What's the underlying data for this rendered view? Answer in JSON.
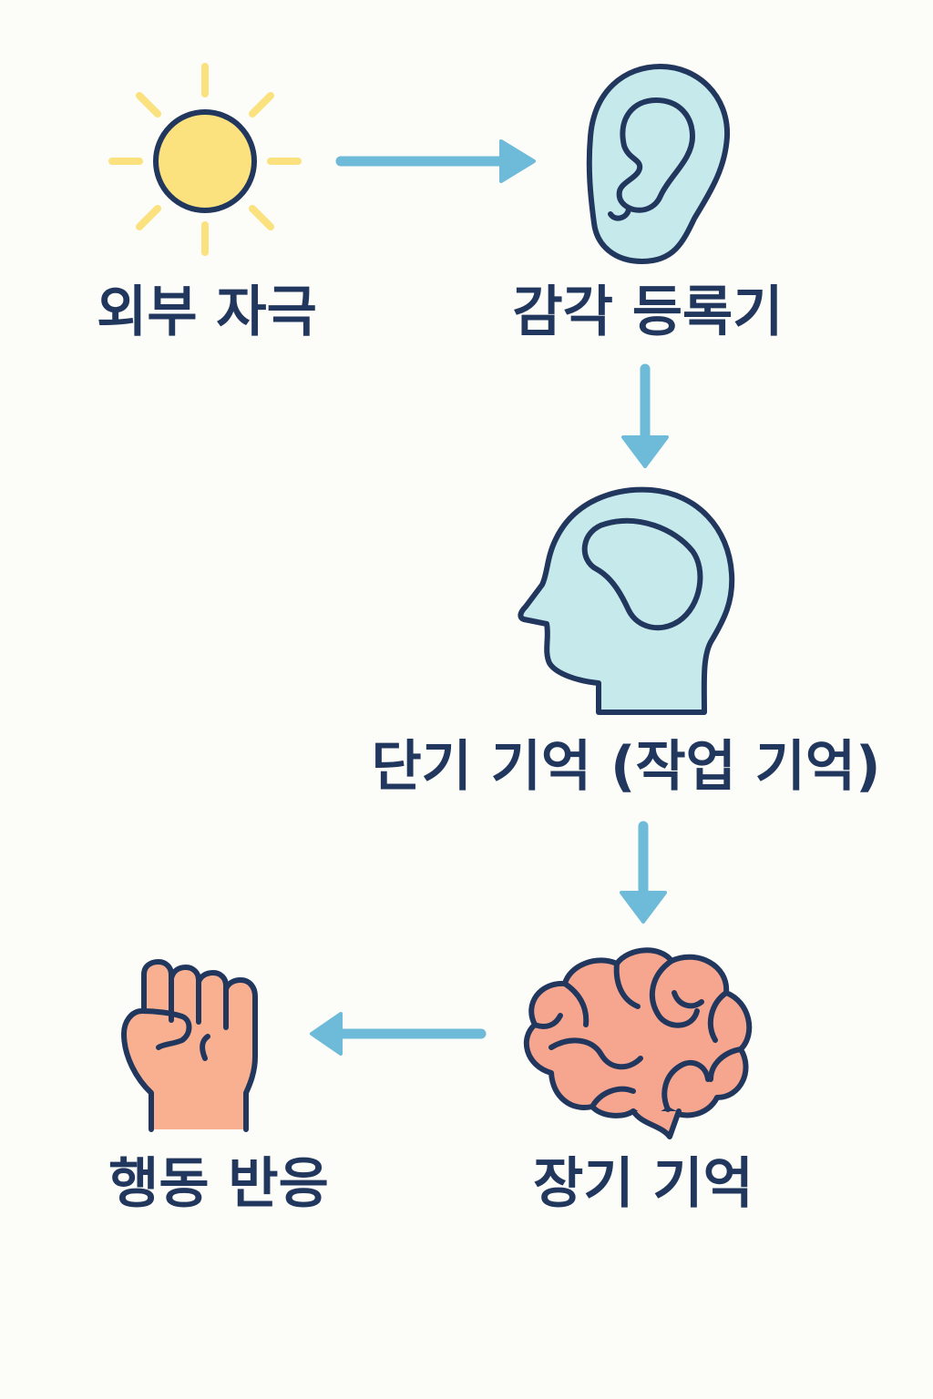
{
  "diagram": {
    "nodes": [
      {
        "id": "stimulus",
        "label": "외부 자극",
        "icon": "sun-icon"
      },
      {
        "id": "sensory",
        "label": "감각 등록기",
        "icon": "ear-icon"
      },
      {
        "id": "short_term",
        "label": "단기 기억 (작업 기억)",
        "icon": "head-icon"
      },
      {
        "id": "long_term",
        "label": "장기 기억",
        "icon": "brain-icon"
      },
      {
        "id": "response",
        "label": "행동 반응",
        "icon": "fist-icon"
      }
    ],
    "edges": [
      {
        "from": "stimulus",
        "to": "sensory"
      },
      {
        "from": "sensory",
        "to": "short_term"
      },
      {
        "from": "short_term",
        "to": "long_term"
      },
      {
        "from": "long_term",
        "to": "response"
      }
    ]
  },
  "colors": {
    "background": "#fcfcf8",
    "outline": "#22375e",
    "text": "#22375e",
    "arrow": "#6ebad9",
    "sun": "#fbe27e",
    "sun_rays": "#fbe27e",
    "ear": "#c6e9ec",
    "head": "#c6e9ec",
    "brain": "#f6a58e",
    "fist": "#f9b091"
  }
}
